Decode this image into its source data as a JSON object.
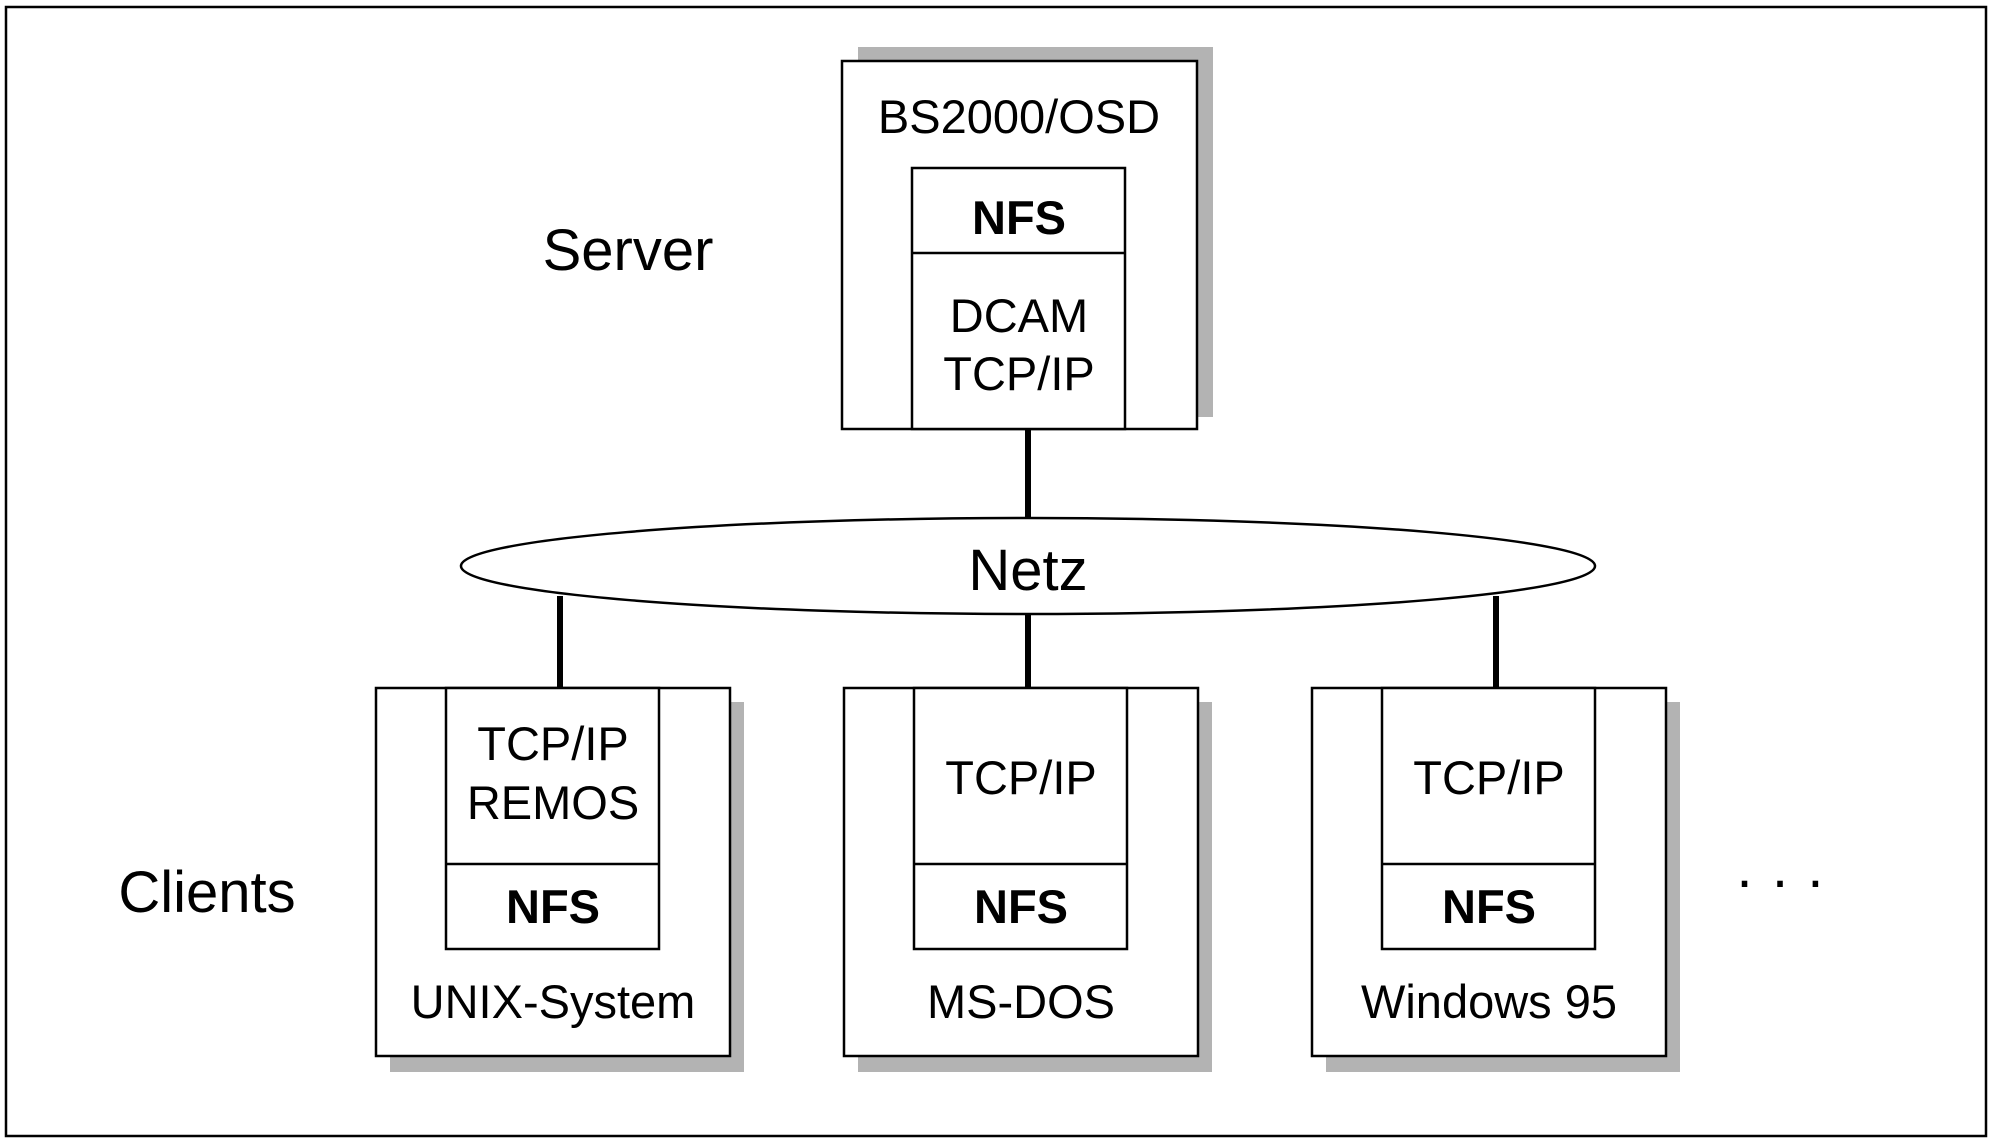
{
  "title": "",
  "colors": {
    "stroke": "#000000",
    "shadow": "#b3b3b3",
    "background": "#ffffff"
  },
  "labels": {
    "server": "Server",
    "clients": "Clients",
    "network": "Netz",
    "ellipsis": "· · ·"
  },
  "server": {
    "name": "BS2000/OSD",
    "top_layer": "NFS",
    "bottom_layer": [
      "DCAM",
      "TCP/IP"
    ]
  },
  "clients": [
    {
      "name": "UNIX-System",
      "top_layer": [
        "TCP/IP",
        "REMOS"
      ],
      "bottom_layer": "NFS"
    },
    {
      "name": "MS-DOS",
      "top_layer": [
        "TCP/IP"
      ],
      "bottom_layer": "NFS"
    },
    {
      "name": "Windows 95",
      "top_layer": [
        "TCP/IP"
      ],
      "bottom_layer": "NFS"
    }
  ]
}
